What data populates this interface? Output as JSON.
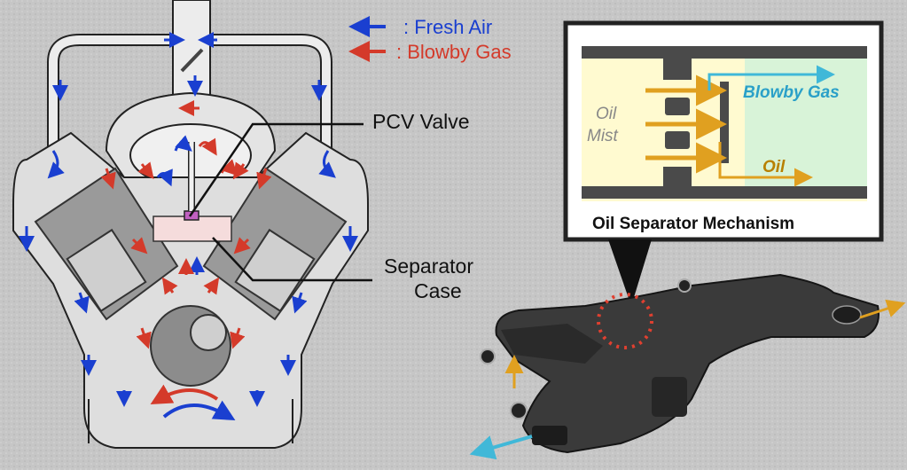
{
  "legend": {
    "fresh_air_label": ": Fresh Air",
    "blowby_gas_label": ": Blowby Gas",
    "fresh_air_color": "#1a3fd0",
    "blowby_gas_color": "#d43a2a"
  },
  "callouts": {
    "pcv_valve": "PCV Valve",
    "separator_case_line1": "Separator",
    "separator_case_line2": "Case"
  },
  "inset": {
    "title": "Oil Separator Mechanism",
    "oil_mist_line1": "Oil",
    "oil_mist_line2": "Mist",
    "blowby_gas": "Blowby Gas",
    "oil": "Oil"
  }
}
